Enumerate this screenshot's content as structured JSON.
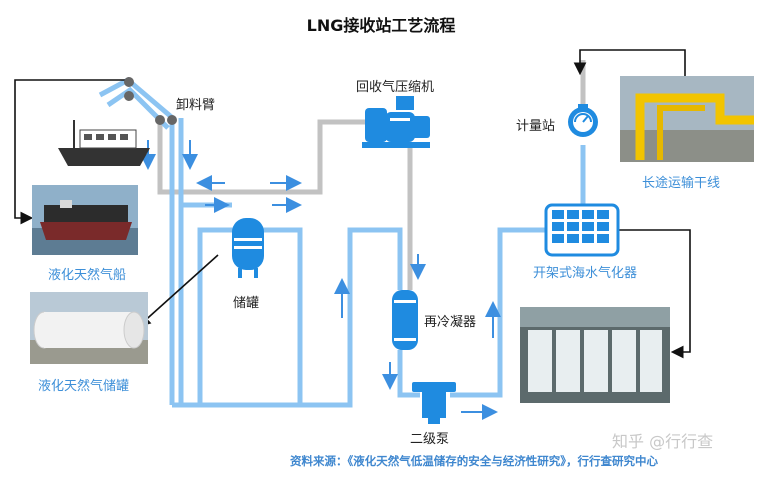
{
  "title": "LNG接收站工艺流程",
  "labels": {
    "unloading_arm": "卸料臂",
    "compressor": "回收气压缩机",
    "metering": "计量站",
    "pipeline": "长途运输干线",
    "lng_ship": "液化天然气船",
    "storage_tank": "储罐",
    "lng_tank": "液化天然气储罐",
    "recondenser": "再冷凝器",
    "vaporizer": "开架式海水气化器",
    "pump": "二级泵"
  },
  "source": "资料来源：《液化天然气低温储存的安全与经济性研究》，行行查研究中心",
  "watermark": "知乎 @行行查",
  "colors": {
    "liquid_pipe": "#8cc4f2",
    "gas_pipe": "#c2c2c2",
    "equipment": "#1f8be0",
    "arrow_blue": "#3c8fe0",
    "label_blue": "#3d8fd8"
  },
  "icons": {
    "ship": "lng-ship-icon",
    "tank": "storage-tank-icon",
    "compressor": "compressor-icon",
    "meter": "meter-gauge-icon",
    "vaporizer": "grid-vaporizer-icon",
    "recondenser": "vessel-icon",
    "pump": "pump-icon"
  }
}
